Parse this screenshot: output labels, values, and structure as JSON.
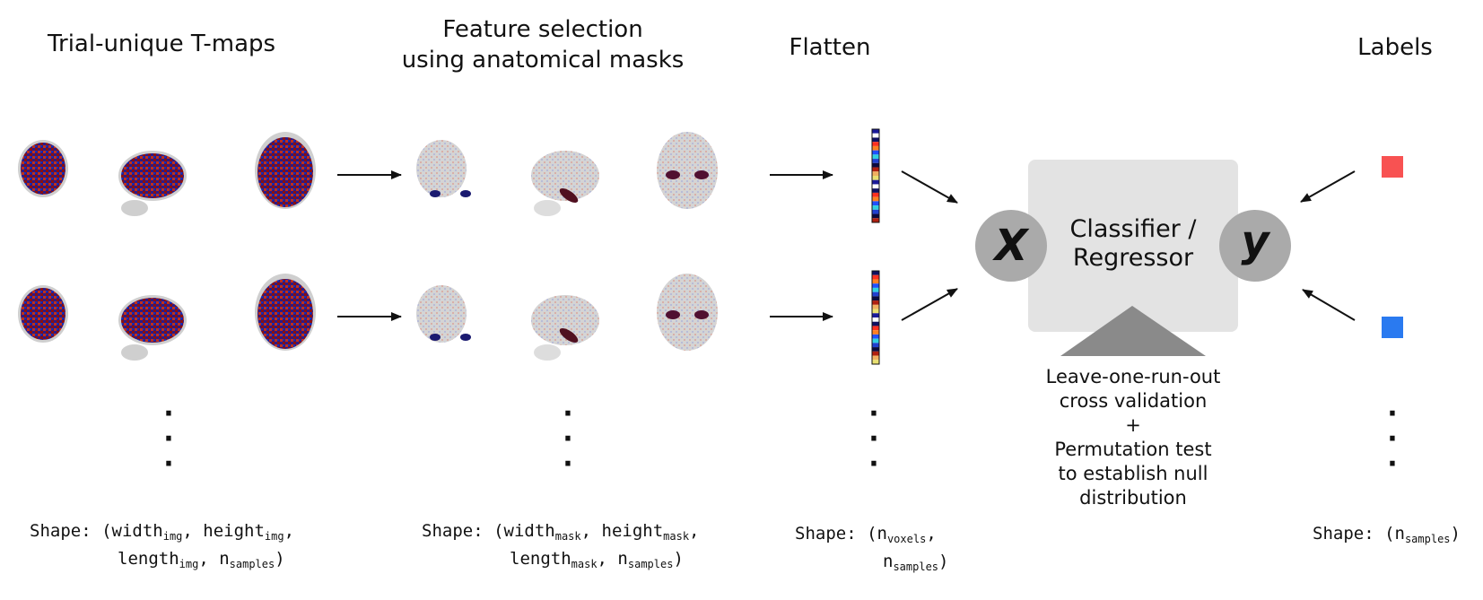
{
  "columns": {
    "tmaps": {
      "title": "Trial-unique T-maps",
      "shape_line1": "Shape: (width",
      "sub1": "img",
      "mid1": ", height",
      "sub2": "img",
      "end1": ",",
      "shape_line2_a": "length",
      "sub3": "img",
      "mid2": ", n",
      "sub4": "samples",
      "end2": ")"
    },
    "features": {
      "title_line1": "Feature selection",
      "title_line2": "using anatomical masks",
      "shape_line1": "Shape: (width",
      "sub1": "mask",
      "mid1": ", height",
      "sub2": "mask",
      "end1": ",",
      "shape_line2_a": "length",
      "sub3": "mask",
      "mid2": ", n",
      "sub4": "samples",
      "end2": ")"
    },
    "flatten": {
      "title": "Flatten",
      "shape_line1": "Shape: (n",
      "sub1": "voxels",
      "end1": ",",
      "shape_line2_a": "n",
      "sub2": "samples",
      "end2": ")"
    },
    "labels": {
      "title": "Labels",
      "shape_line1": "Shape: (n",
      "sub1": "samples",
      "end1": ")"
    }
  },
  "model": {
    "x_label": "X",
    "y_label": "y",
    "box_line1": "Classifier /",
    "box_line2": "Regressor",
    "cv_lines": [
      "Leave-one-run-out",
      "cross validation",
      "+",
      "Permutation test",
      "to establish null",
      "distribution"
    ]
  },
  "colors": {
    "label_red": "#f85252",
    "label_blue": "#2a7af0",
    "box": "#e3e3e3",
    "circle": "#aaaaaa",
    "triangle": "#8a8a8a"
  },
  "dots_symbol": "·"
}
